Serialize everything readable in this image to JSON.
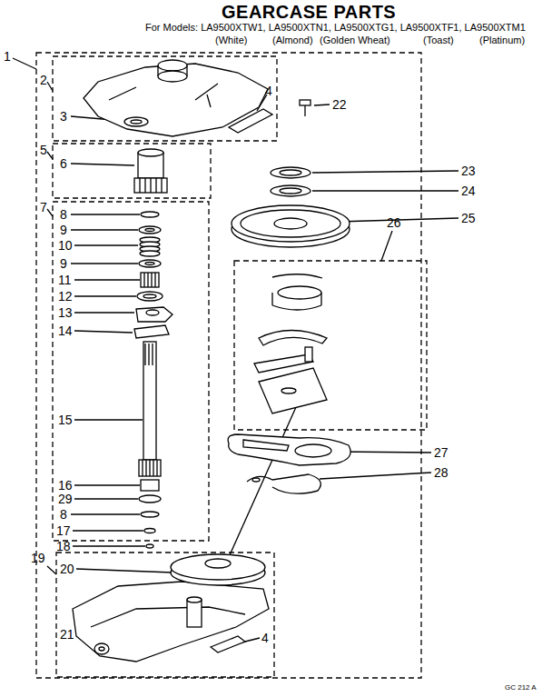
{
  "diagram": {
    "title": "GEARCASE PARTS",
    "labels": [
      "For Models: LA9500XTW1, LA9500XTN1, LA9500XTG1, LA9500XTF1, LA9500XTM1",
      "(White)",
      "(Almond)",
      "(Golden Wheat)",
      "(Toast)",
      "(Platinum)",
      "1",
      "2",
      "3",
      "4",
      "5",
      "6",
      "7",
      "8",
      "9",
      "10",
      "9",
      "11",
      "12",
      "13",
      "14",
      "15",
      "16",
      "29",
      "8",
      "17",
      "18",
      "19",
      "20",
      "21",
      "4",
      "22",
      "23",
      "24",
      "25",
      "26",
      "27",
      "28",
      "GC 212 A"
    ]
  }
}
